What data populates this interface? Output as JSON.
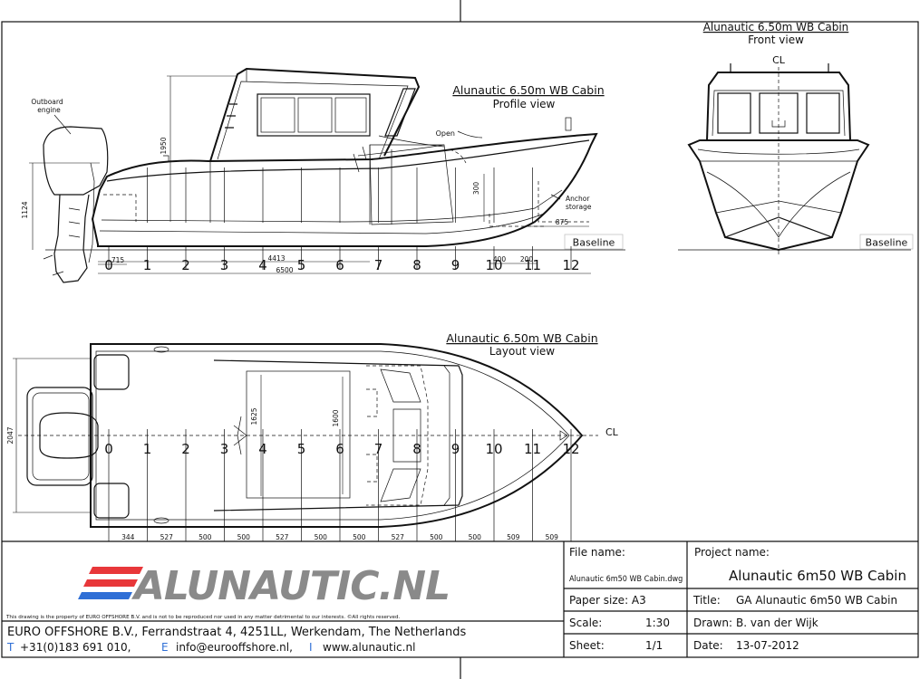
{
  "profile_view": {
    "title": "Alunautic 6.50m WB Cabin",
    "subtitle": "Profile view",
    "label_outboard": "Outboard",
    "label_engine": "engine",
    "label_open": "Open",
    "label_anchor": "Anchor",
    "label_storage": "storage",
    "baseline": "Baseline",
    "dim_height": "1124",
    "dim_cabin_height": "1950",
    "dim_300": "300",
    "dim_875": "875",
    "dim_715": "715",
    "dim_4413": "4413",
    "dim_6500": "6500",
    "dim_400": "400",
    "dim_200": "200",
    "stations": [
      "0",
      "1",
      "2",
      "3",
      "4",
      "5",
      "6",
      "7",
      "8",
      "9",
      "10",
      "11",
      "12"
    ]
  },
  "front_view": {
    "title": "Alunautic 6.50m WB Cabin",
    "subtitle": "Front view",
    "cl": "CL",
    "baseline": "Baseline"
  },
  "layout_view": {
    "title": "Alunautic 6.50m WB Cabin",
    "subtitle": "Layout view",
    "cl": "CL",
    "dim_beam": "2047",
    "dim_1625": "1625",
    "dim_1600": "1600",
    "stations": [
      "0",
      "1",
      "2",
      "3",
      "4",
      "5",
      "6",
      "7",
      "8",
      "9",
      "10",
      "11",
      "12"
    ],
    "spacings": [
      "344",
      "527",
      "500",
      "500",
      "527",
      "500",
      "500",
      "527",
      "500",
      "500",
      "509",
      "509"
    ]
  },
  "title_block": {
    "logo_text": "ALUNAUTIC.NL",
    "disclaimer": "This drawing is the property of EURO OFFSHORE B.V. and is not to be reproduced nor used in any matter detrimental to our interests. ©All rights reserved.",
    "company": "EURO OFFSHORE B.V.,  Ferrandstraat 4,  4251LL,  Werkendam,  The  Netherlands",
    "contact_t": "T",
    "contact_phone": "+31(0)183 691 010,",
    "contact_e": "E",
    "contact_email": "info@eurooffshore.nl,",
    "contact_i": "I",
    "contact_web": "www.alunautic.nl",
    "file_name_label": "File name:",
    "file_name_value": "Alunautic 6m50 WB Cabin.dwg",
    "project_name_label": "Project name:",
    "project_name_value": "Alunautic 6m50 WB Cabin",
    "paper_size": "Paper size: A3",
    "title_label": "Title:",
    "title_value": "GA Alunautic 6m50 WB Cabin",
    "scale_label": "Scale:",
    "scale_value": "1:30",
    "drawn_label": "Drawn:",
    "drawn_value": "B. van der Wijk",
    "sheet_label": "Sheet:",
    "sheet_value": "1/1",
    "date_label": "Date:",
    "date_value": "13-07-2012",
    "colors": {
      "logo_red": "#e8373a",
      "logo_blue": "#2f6fd6",
      "logo_gray": "#8a8a8a",
      "contact_blue": "#2f6fd6"
    }
  }
}
